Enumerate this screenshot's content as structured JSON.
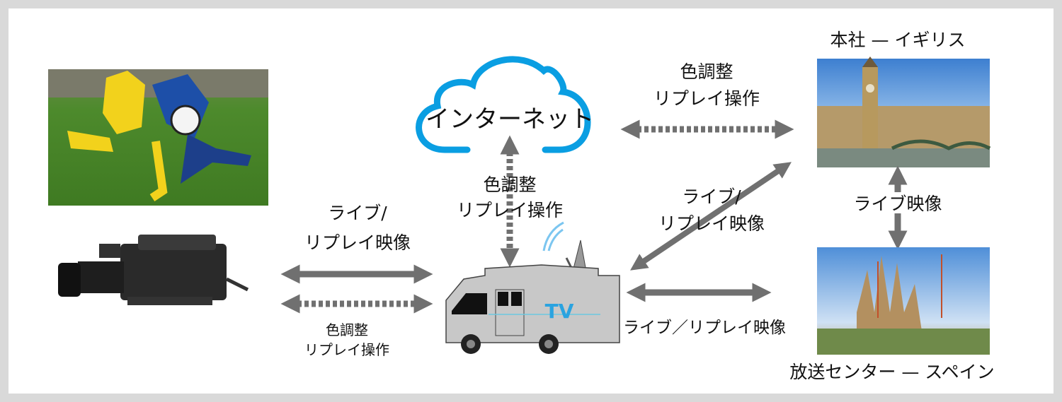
{
  "diagram": {
    "internet_label": "インターネット",
    "hq_label": "本社 — イギリス",
    "broadcast_center_label": "放送センター — スペイン",
    "camera_to_van": {
      "live_line1": "ライブ/",
      "live_line2": "リプレイ映像",
      "control_line1": "色調整",
      "control_line2": "リプレイ操作"
    },
    "van_to_internet": {
      "line1": "色調整",
      "line2": "リプレイ操作"
    },
    "internet_to_hq": {
      "line1": "色調整",
      "line2": "リプレイ操作"
    },
    "van_to_hq": {
      "line1": "ライブ/",
      "line2": "リプレイ映像"
    },
    "van_to_center": {
      "line1": "ライブ／リプレイ映像"
    },
    "hq_to_center": {
      "line1": "ライブ映像"
    },
    "van_sign": "TV",
    "colors": {
      "arrow": "#707070",
      "cloud": "#0a9ee2",
      "frame": "#d9d9d9",
      "van_body": "#c8c8c8",
      "tv_text": "#2aa3e0"
    }
  }
}
